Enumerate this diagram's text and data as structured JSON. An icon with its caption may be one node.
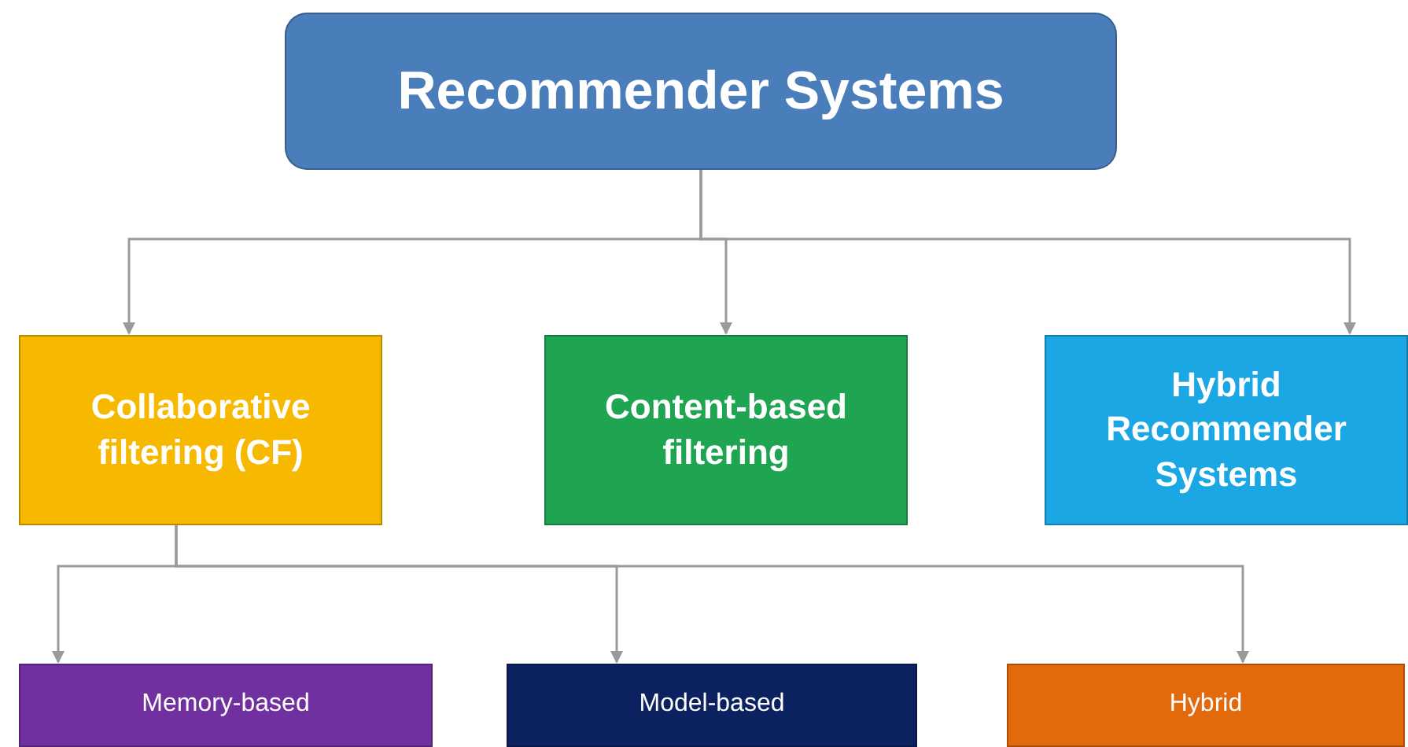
{
  "diagram": {
    "nodes": [
      {
        "text": [
          "Recommender Systems"
        ]
      },
      {
        "text": [
          "Collaborative filtering (CF)"
        ]
      },
      {
        "text": [
          "Content-based filtering"
        ]
      },
      {
        "text": [
          "Hybrid Recommender Systems"
        ]
      },
      {
        "text": [
          "Memory-based"
        ]
      },
      {
        "text": [
          "Model-based"
        ]
      },
      {
        "text": [
          "Hybrid"
        ]
      }
    ],
    "edges": [
      {
        "from": 0,
        "to": 1,
        "arrow": "to"
      },
      {
        "from": 0,
        "to": 2,
        "arrow": "to"
      },
      {
        "from": 0,
        "to": 3,
        "arrow": "to"
      },
      {
        "from": 1,
        "to": 4,
        "arrow": "to"
      },
      {
        "from": 1,
        "to": 5,
        "arrow": "to"
      },
      {
        "from": 1,
        "to": 6,
        "arrow": "to"
      }
    ]
  }
}
